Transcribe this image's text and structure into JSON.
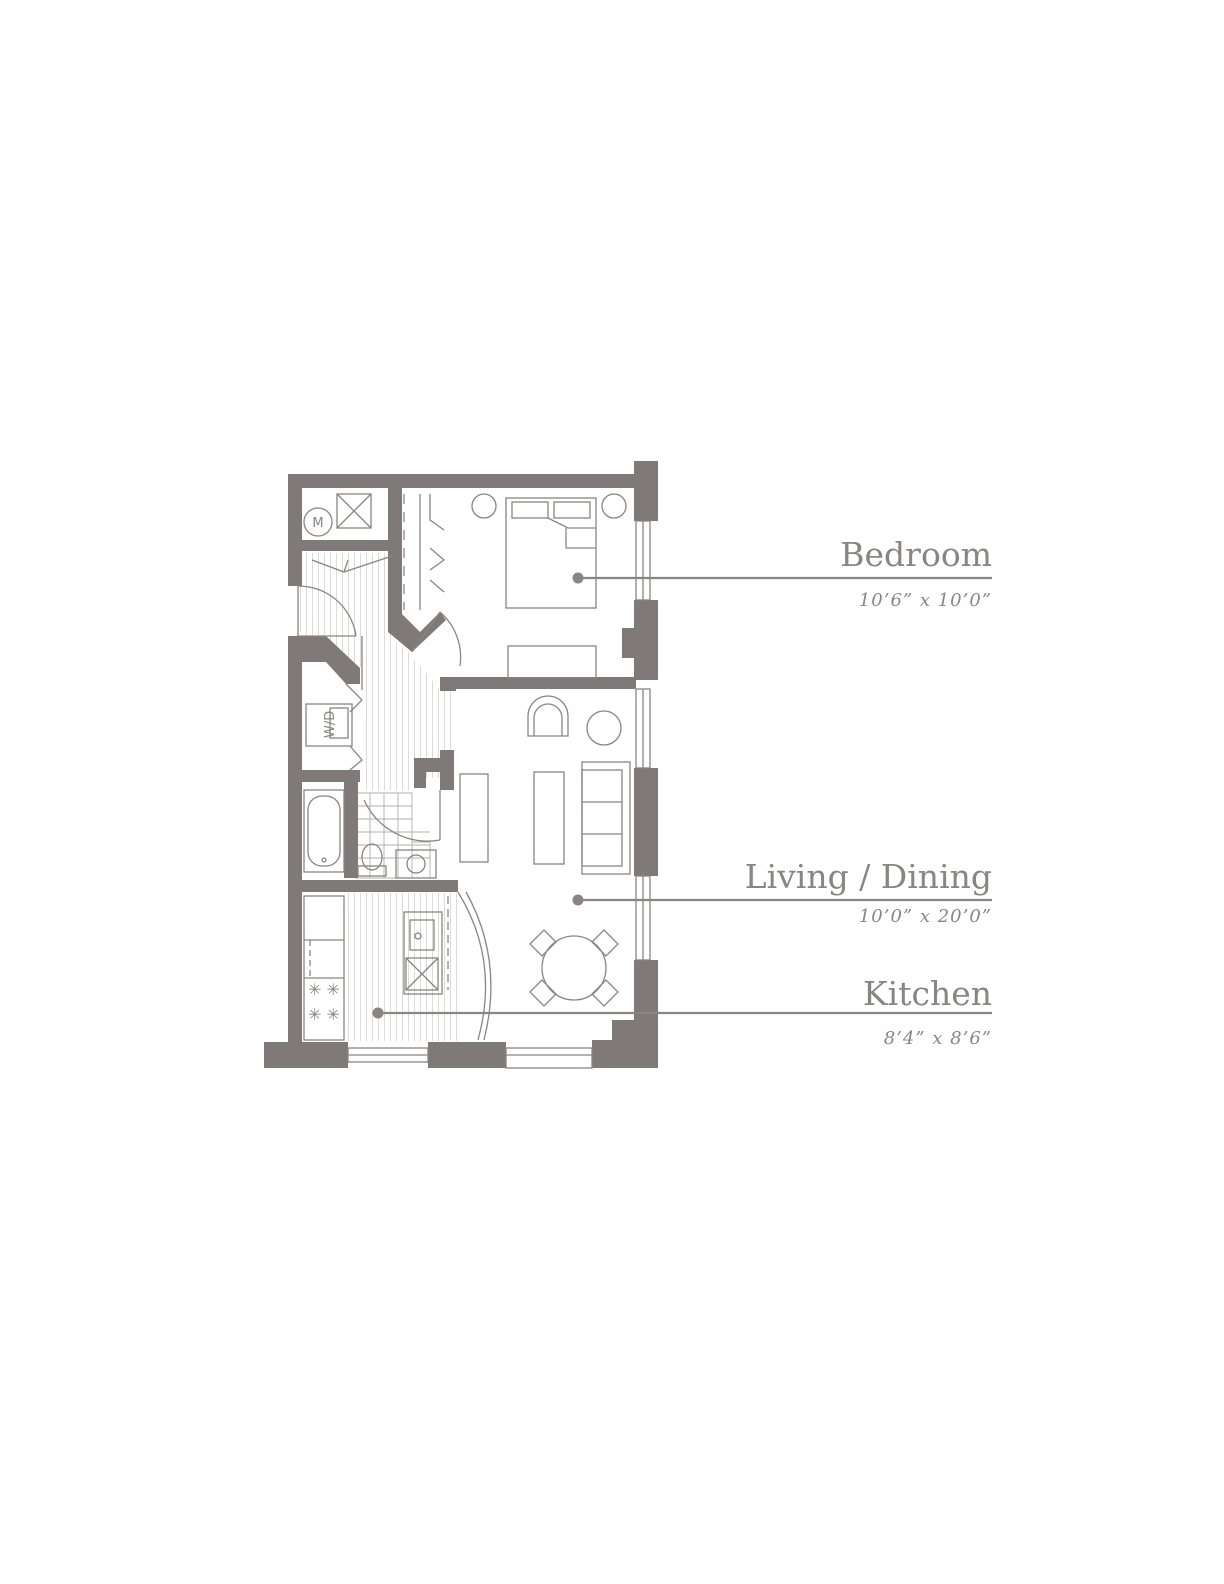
{
  "rooms": [
    {
      "name": "Bedroom",
      "dimensions": "10’6” x 10’0”"
    },
    {
      "name": "Living / Dining",
      "dimensions": "10’0” x 20’0”"
    },
    {
      "name": "Kitchen",
      "dimensions": "8’4” x 8’6”"
    }
  ],
  "fixtures": {
    "mechanical": "M",
    "washer_dryer": "W/D"
  },
  "colors": {
    "wall": "#807979",
    "line": "#8a8484",
    "background": "#ffffff"
  }
}
